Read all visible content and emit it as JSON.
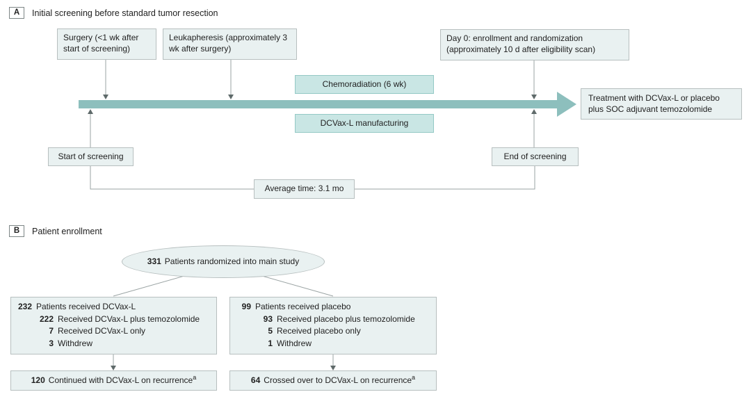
{
  "colors": {
    "box_fill": "#e9f1f1",
    "box_border": "#b7bfbf",
    "teal_fill": "#c9e6e4",
    "teal_border": "#94c9c5",
    "timeline": "#8dbfbd",
    "line": "#9aa3a3",
    "arrowhead": "#5f6a6a",
    "text": "#212121"
  },
  "panel_a": {
    "label": "A",
    "title": "Initial screening before standard tumor resection",
    "boxes": {
      "surgery": "Surgery (<1 wk after start of screening)",
      "leukapheresis": "Leukapheresis (approximately 3 wk after surgery)",
      "day0": "Day 0: enrollment and randomization (approximately 10 d after eligibility scan)",
      "chemoradiation": "Chemoradiation (6 wk)",
      "manufacturing": "DCVax-L manufacturing",
      "treatment": "Treatment with DCVax-L or placebo plus SOC adjuvant temozolomide",
      "start_screening": "Start of screening",
      "end_screening": "End of screening",
      "average_time": "Average time: 3.1 mo"
    }
  },
  "panel_b": {
    "label": "B",
    "title": "Patient enrollment",
    "randomized": {
      "n": "331",
      "text": "Patients randomized into main study"
    },
    "arms": [
      {
        "name": "dcvax",
        "rows": [
          {
            "n": "232",
            "text": "Patients received DCVax-L"
          },
          {
            "n": "222",
            "text": "Received DCVax-L plus temozolomide"
          },
          {
            "n": "7",
            "text": "Received DCVax-L only"
          },
          {
            "n": "3",
            "text": "Withdrew"
          }
        ]
      },
      {
        "name": "placebo",
        "rows": [
          {
            "n": "99",
            "text": "Patients received placebo"
          },
          {
            "n": "93",
            "text": "Received placebo plus temozolomide"
          },
          {
            "n": "5",
            "text": "Received placebo only"
          },
          {
            "n": "1",
            "text": "Withdrew"
          }
        ]
      }
    ],
    "outcomes": [
      {
        "n": "120",
        "text": "Continued with DCVax-L on recurrence",
        "sup": "a"
      },
      {
        "n": "64",
        "text": "Crossed over to DCVax-L on recurrence",
        "sup": "a"
      }
    ]
  }
}
